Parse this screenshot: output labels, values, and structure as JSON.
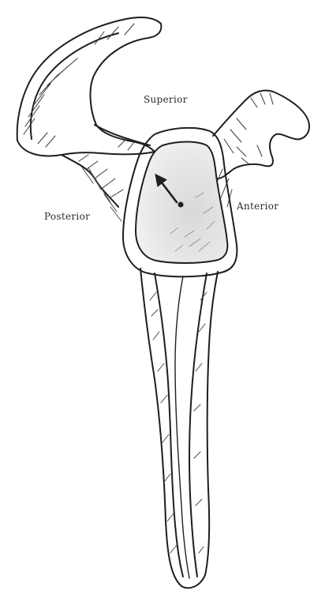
{
  "labels": {
    "superior": "Superior",
    "posterior": "Posterior",
    "anterior": "Anterior"
  },
  "colors": {
    "ink": "#1e1e1e",
    "shade": "#6a6a6a",
    "paper": "#ffffff"
  }
}
